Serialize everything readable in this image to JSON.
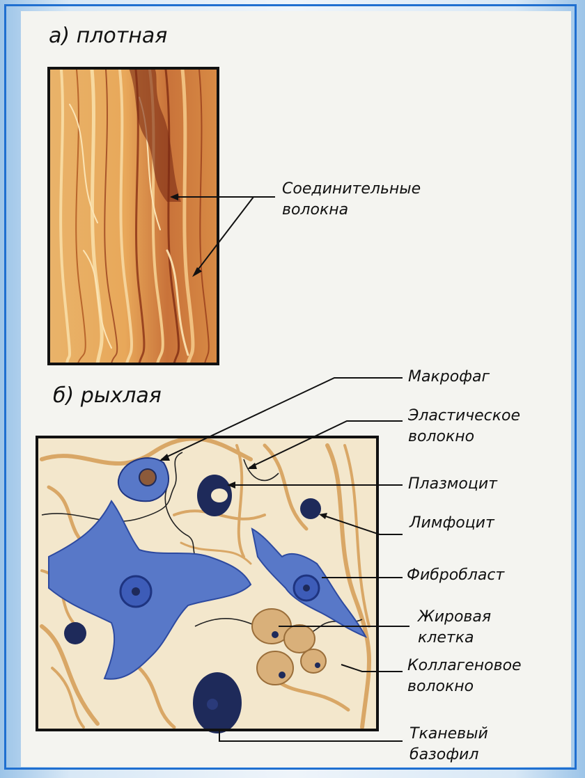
{
  "headings": {
    "dense": "а) плотная",
    "loose": "б) рыхлая"
  },
  "labels": {
    "connective_fibers_1": "Соединительные",
    "connective_fibers_2": "волокна",
    "macrophage": "Макрофаг",
    "elastic_fiber_1": "Эластическое",
    "elastic_fiber_2": "волокно",
    "plasmocyte": "Плазмоцит",
    "lymphocyte": "Лимфоцит",
    "fibroblast": "Фибробласт",
    "fat_cell_1": "Жировая",
    "fat_cell_2": "клетка",
    "collagen_fiber_1": "Коллагеновое",
    "collagen_fiber_2": "волокно",
    "tissue_basophil_1": "Тканевый",
    "tissue_basophil_2": "базофил"
  },
  "colors": {
    "frame": "#1f6fd0",
    "dense_tissue": "#e3a55c",
    "loose_bg": "#f3e7cc",
    "cell_blue": "#5878c8",
    "cell_dark": "#1e2a5a"
  }
}
